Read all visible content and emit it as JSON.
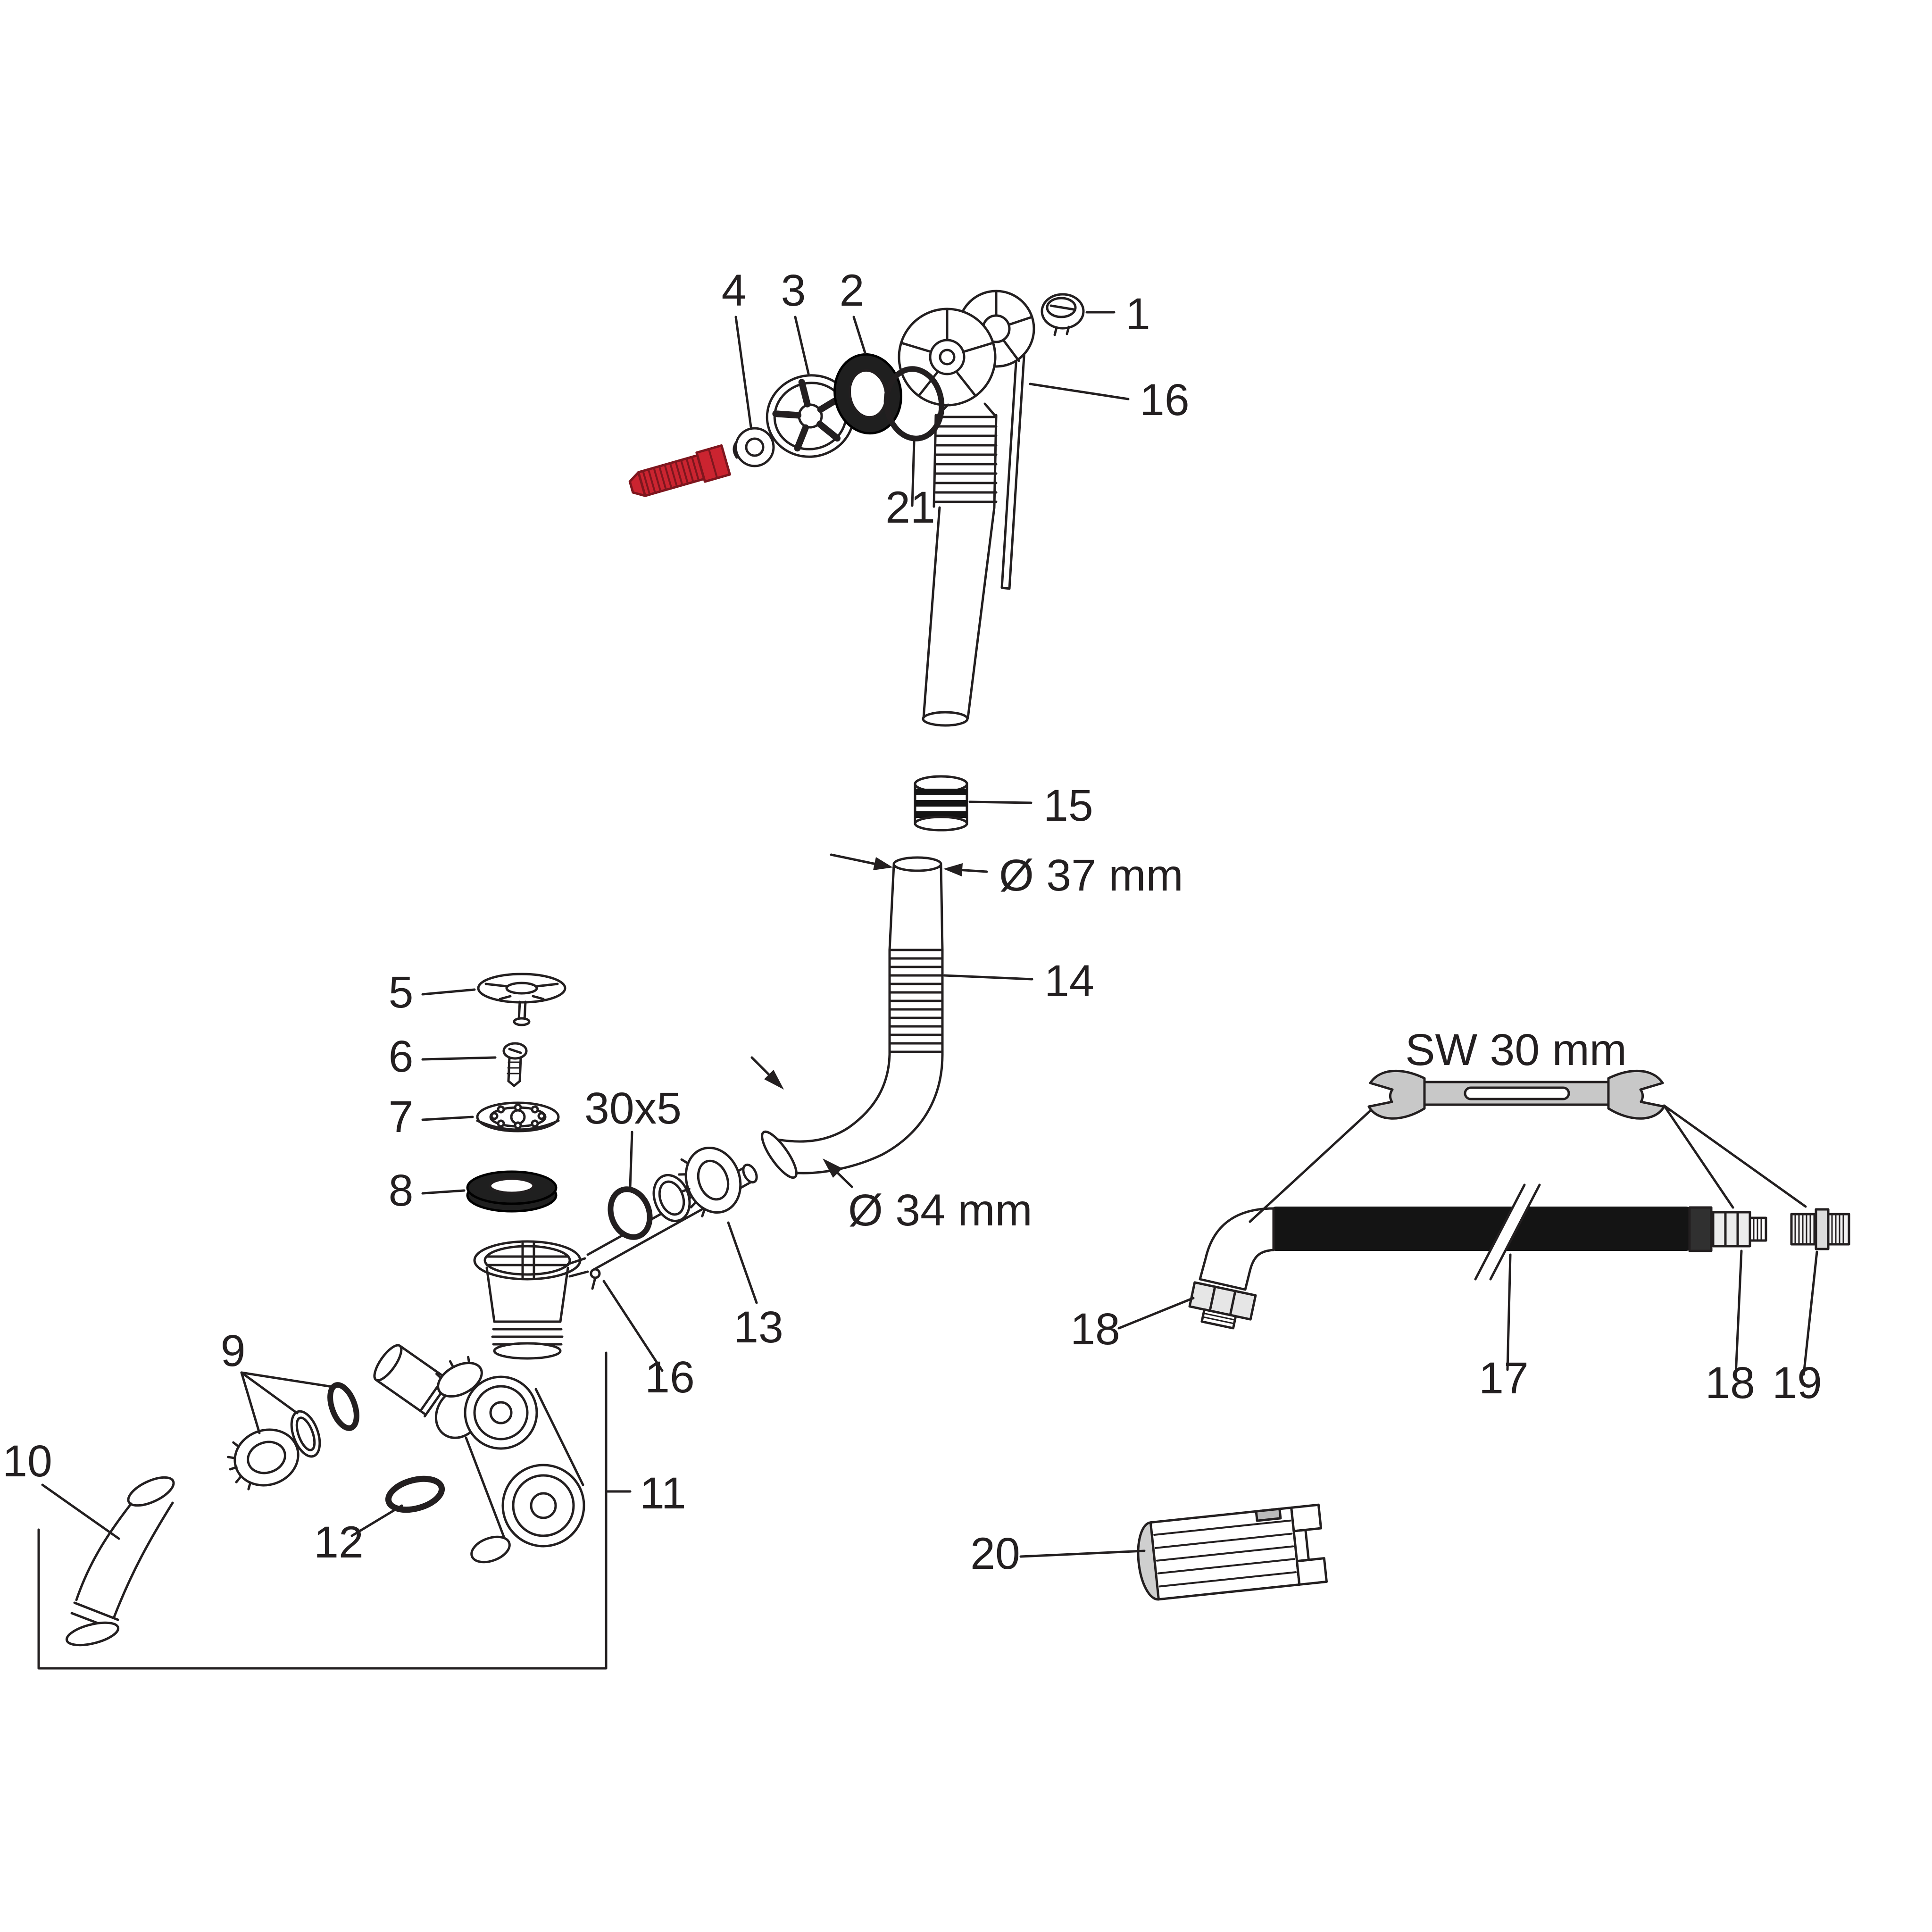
{
  "diagram": {
    "type": "exploded-parts-diagram",
    "subject": "bathtub-drain-overflow-spare-parts",
    "callouts": {
      "c1": "1",
      "c2": "2",
      "c3": "3",
      "c4": "4",
      "c5": "5",
      "c6": "6",
      "c7": "7",
      "c8": "8",
      "c9": "9",
      "c10": "10",
      "c11": "11",
      "c12": "12",
      "c13": "13",
      "c14": "14",
      "c15": "15",
      "c16a": "16",
      "c16b": "16",
      "c17": "17",
      "c18a": "18",
      "c18b": "18",
      "c19": "19",
      "c20": "20",
      "c21": "21"
    },
    "dimensions": {
      "d37": "Ø 37 mm",
      "d34": "Ø 34 mm",
      "d30x5": "30x5",
      "sw30": "SW 30 mm"
    },
    "colors": {
      "line": "#231f20",
      "highlight": "#cb2430",
      "hose": "#141414",
      "tool": "#c8c8c8"
    }
  }
}
